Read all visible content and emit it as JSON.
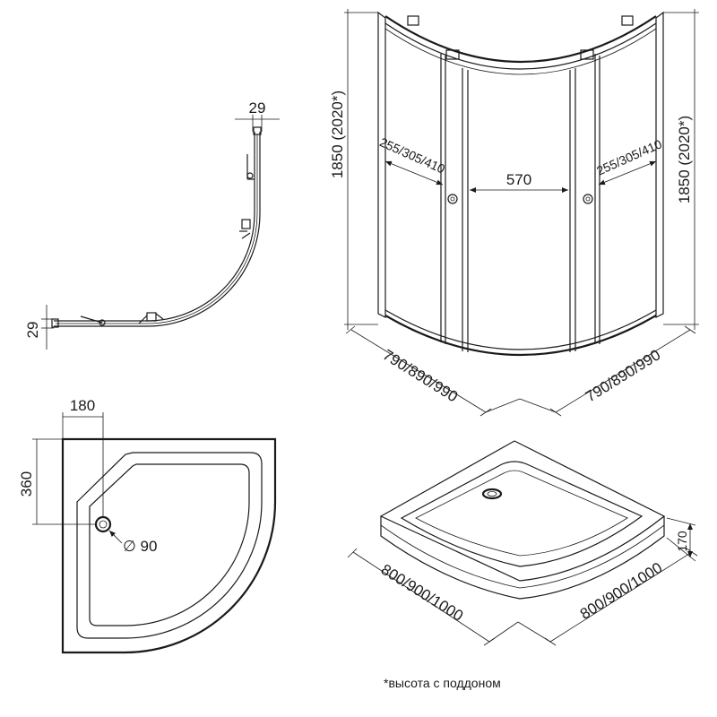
{
  "profile_view": {
    "dim_top": "29",
    "dim_left": "29"
  },
  "cabin_view": {
    "height_left": "1850 (2020*)",
    "height_right": "1850 (2020*)",
    "door_left": "255/305/410",
    "door_right": "255/305/410",
    "opening_width": "570",
    "width_left": "790/890/990",
    "width_right": "790/890/990"
  },
  "tray_plan_view": {
    "drain_offset_x": "180",
    "drain_offset_y": "360",
    "drain_diameter": "∅ 90"
  },
  "tray_3d_view": {
    "height": "170",
    "width_left": "800/900/1000",
    "width_right": "800/900/1000"
  },
  "footnote": "*высота с поддоном"
}
